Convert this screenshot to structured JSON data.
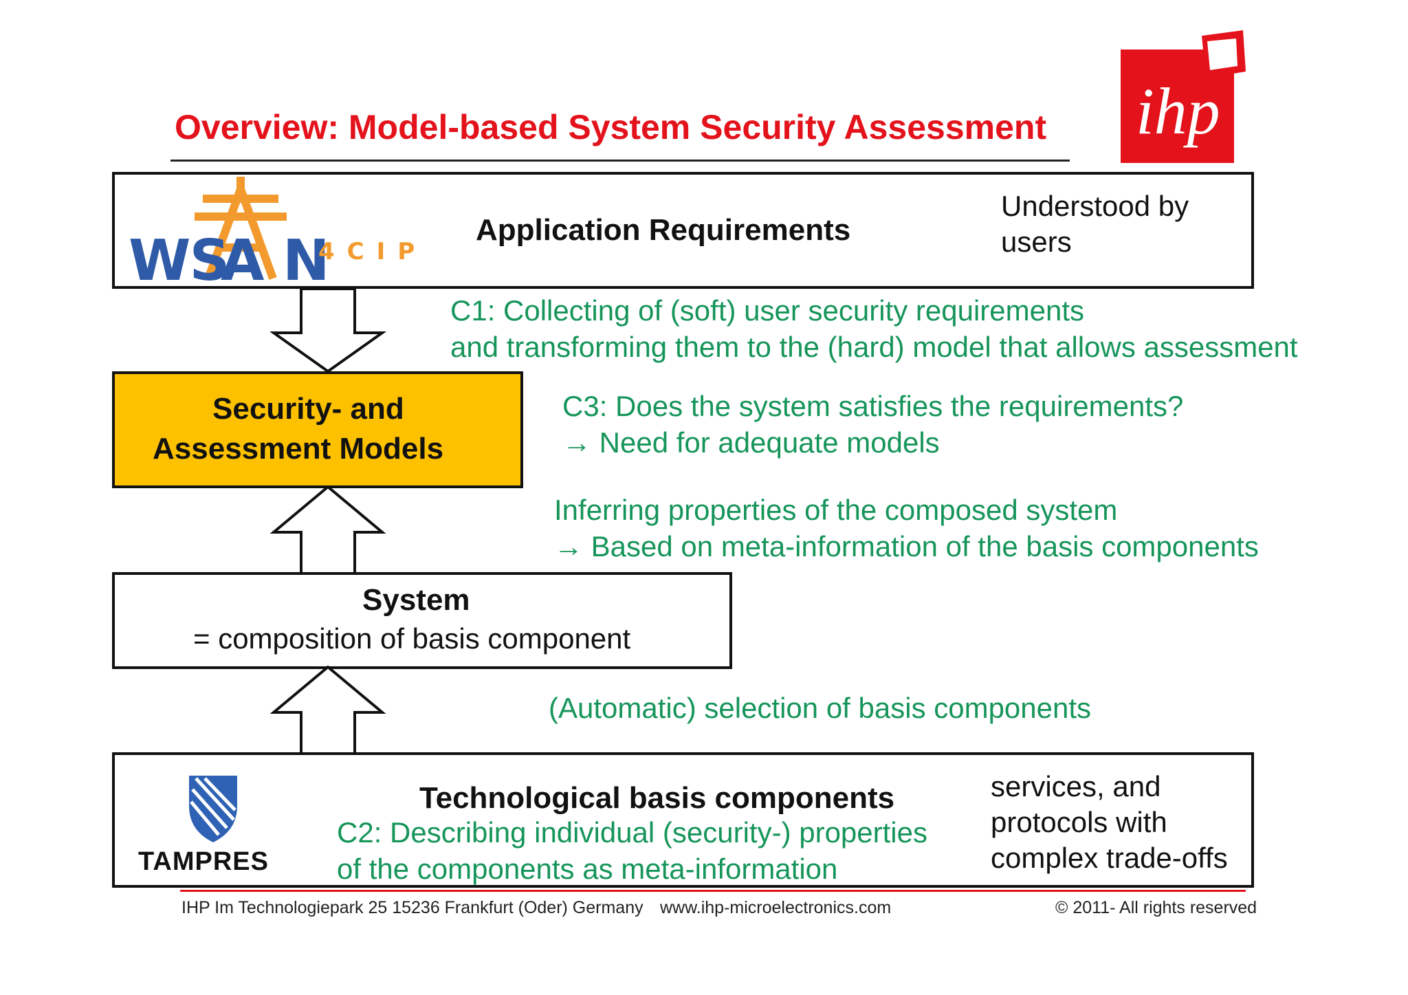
{
  "title": "Overview: Model-based System Security Assessment",
  "logos": {
    "ihp": "ihp",
    "wsan_main": "WSAN",
    "wsan_suffix": "4CIP",
    "tampres": "TAMPRES"
  },
  "boxes": {
    "application": {
      "label": "Application Requirements",
      "note_line1": "Understood by",
      "note_line2": "users"
    },
    "models": {
      "line1": "Security- and",
      "line2": "Assessment  Models"
    },
    "system": {
      "title": "System",
      "subtitle": "= composition of basis component"
    },
    "technology": {
      "label": "Technological basis components",
      "c2_line1": "C2: Describing individual (security-) properties",
      "c2_line2": "of the components as meta-information",
      "note_line1": "services, and",
      "note_line2": "protocols with",
      "note_line3": "complex trade-offs"
    }
  },
  "annotations": {
    "c1_line1": "C1: Collecting of (soft) user security requirements",
    "c1_line2": "and transforming them to the (hard) model that allows assessment",
    "c3_line1": "C3: Does the system satisfies the requirements?",
    "c3_line2": "→ Need for  adequate models",
    "infer_line1": "Inferring properties of the composed system",
    "infer_line2": "→ Based on meta-information of the basis components",
    "selection": "(Automatic) selection of basis components"
  },
  "footer": {
    "address": "IHP  Im Technologiepark 25  15236 Frankfurt (Oder) Germany",
    "website": "www.ihp-microelectronics.com",
    "copyright": "© 2011- All rights reserved"
  },
  "colors": {
    "title_red": "#e3121b",
    "annotation_green": "#16955a",
    "models_fill": "#fdc100",
    "wsan_blue": "#2e5aa8",
    "wsan_orange": "#f39a2e"
  }
}
